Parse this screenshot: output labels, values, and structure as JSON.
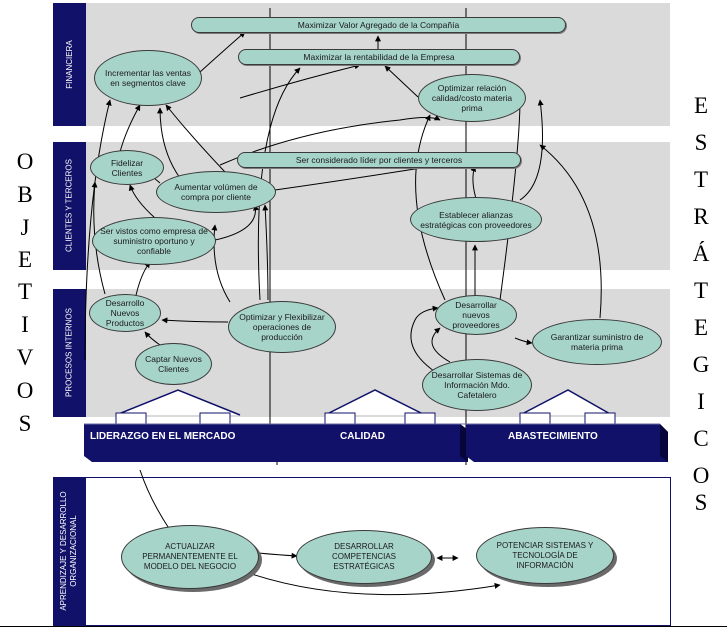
{
  "perspectives": {
    "financiera": "FINANCIERA",
    "clientes": "CLIENTES Y TERCEROS",
    "procesos": "PROCESOS INTERNOS",
    "aprendizaje": "APRENDIZAJE Y DESARROLLO ORGANIZACIONAL"
  },
  "side_left_letters": [
    "O",
    "B",
    "J",
    "E",
    "T",
    "I",
    "V",
    "O",
    "S"
  ],
  "side_right_letters": [
    "E",
    "S",
    "T",
    "R",
    "Á",
    "T",
    "E",
    "G",
    "I",
    "C",
    "O",
    "S"
  ],
  "pills": {
    "p1": "Maximizar Valor Agregado de la Compañía",
    "p2": "Maximizar la rentabilidad de la Empresa",
    "p3": "Ser considerado líder por clientes y terceros"
  },
  "ovals": {
    "o_ventas": "Incrementar las ventas en segmentos clave",
    "o_calidad_costo": "Optimizar relación calidad/costo materia prima",
    "o_fidelizar": "Fidelizar Clientes",
    "o_volumen": "Aumentar volúmen de compra por cliente",
    "o_vistos": "Ser vistos como empresa de suministro oportuno y confiable",
    "o_alianzas": "Establecer alianzas estratégicas con proveedores",
    "o_productos": "Desarrollo Nuevos Productos",
    "o_operaciones": "Optimizar y Flexibilizar operaciones de producción",
    "o_proveedores": "Desarrollar nuevos proveedores",
    "o_suministro": "Garantizar suministro de materia prima",
    "o_captar": "Captar Nuevos Clientes",
    "o_sistemas": "Desarrollar Sistemas de Información Mdo. Cafetalero",
    "o_actualizar": "ACTUALIZAR PERMANENTEMENTE EL MODELO DEL NEGOCIO",
    "o_competencias": "DESARROLLAR COMPETENCIAS ESTRATÉGICAS",
    "o_tecnologia": "POTENCIAR SISTEMAS Y TECNOLOGÍA DE INFORMACIÓN"
  },
  "themes": {
    "liderazgo": "LIDERAZGO EN EL MERCADO",
    "calidad": "CALIDAD",
    "abastecimiento": "ABASTECIMIENTO"
  },
  "colors": {
    "navy": "#11116a",
    "band": "#dadada",
    "bubble": "#a7d4c9"
  }
}
